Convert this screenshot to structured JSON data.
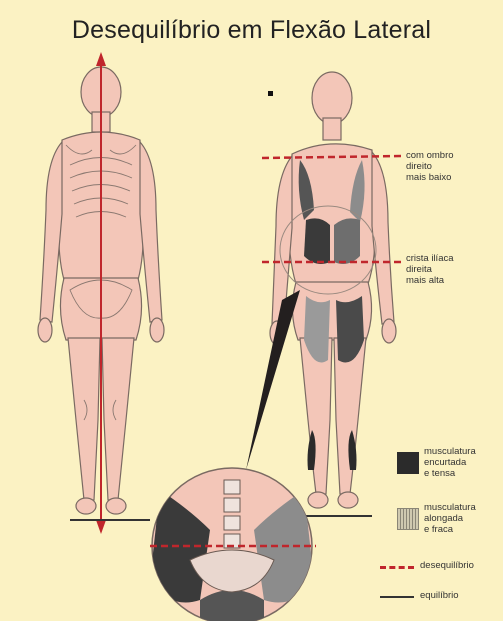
{
  "title": "Desequilíbrio em Flexão Lateral",
  "annotations": {
    "shoulder": [
      "com ombro",
      "direito",
      "mais baixo"
    ],
    "iliac": [
      "crista ilíaca",
      "direita",
      "mais alta"
    ]
  },
  "legend": {
    "shortened": [
      "musculatura",
      "encurtada",
      "e tensa"
    ],
    "lengthened": [
      "musculatura",
      "alongada",
      "e fraca"
    ],
    "imbalance": "desequilíbrio",
    "balance": "equilíbrio"
  },
  "colors": {
    "background": "#fbf2c3",
    "skin": "#f3c6b8",
    "outline": "#7a6a62",
    "red_line": "#c0262c",
    "muscle_dark": "#2b2b2b"
  }
}
